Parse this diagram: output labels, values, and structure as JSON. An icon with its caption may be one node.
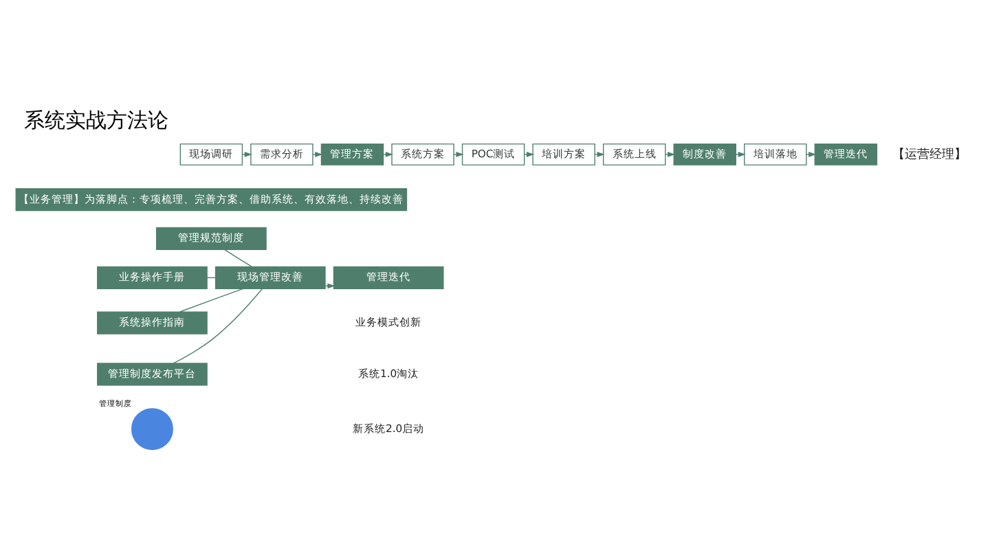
{
  "diagram": {
    "title": "系统实战方法论",
    "nodes": [
      {
        "text": [
          "现场调研"
        ]
      },
      {
        "text": [
          "需求分析"
        ]
      },
      {
        "text": [
          "管理方案"
        ]
      },
      {
        "text": [
          "系统方案"
        ]
      },
      {
        "text": [
          "POC测试"
        ]
      },
      {
        "text": [
          "培训方案"
        ]
      },
      {
        "text": [
          "系统上线"
        ]
      },
      {
        "text": [
          "制度改善"
        ]
      },
      {
        "text": [
          "培训落地"
        ]
      },
      {
        "text": [
          "管理迭代"
        ]
      },
      {
        "text": [
          "【业务管理】为落脚点：专项梳理、完善方案、借助系统、有效落地、持续改善"
        ]
      },
      {
        "text": [
          "管理规范制度"
        ]
      },
      {
        "text": [
          "业务操作手册"
        ]
      },
      {
        "text": [
          "系统操作指南"
        ]
      },
      {
        "text": [
          "管理制度发布平台"
        ]
      },
      {
        "text": [
          "现场管理改善"
        ]
      },
      {
        "text": [
          "管理迭代"
        ]
      },
      {
        "text": [],
        "shape": "circle",
        "beside": [
          "管理制度"
        ]
      }
    ],
    "edges": [
      {
        "from": 0,
        "to": 1,
        "arrow": "to"
      },
      {
        "from": 1,
        "to": 2,
        "arrow": "to"
      },
      {
        "from": 2,
        "to": 3,
        "arrow": "to"
      },
      {
        "from": 3,
        "to": 4,
        "arrow": "to"
      },
      {
        "from": 4,
        "to": 5,
        "arrow": "to"
      },
      {
        "from": 5,
        "to": 6,
        "arrow": "to"
      },
      {
        "from": 6,
        "to": 7,
        "arrow": "to"
      },
      {
        "from": 7,
        "to": 8,
        "arrow": "to"
      },
      {
        "from": 8,
        "to": 9,
        "arrow": "to"
      },
      {
        "from": 11,
        "to": 15,
        "arrow": "none"
      },
      {
        "from": 12,
        "to": 15,
        "arrow": "none"
      },
      {
        "from": 13,
        "to": 15,
        "arrow": "none"
      },
      {
        "from": 14,
        "to": 15,
        "arrow": "none"
      },
      {
        "from": 15,
        "to": 16,
        "arrow": "to"
      }
    ],
    "labels": [
      "【运营经理】",
      "业务模式创新",
      "系统1.0淘汰",
      "新系统2.0启动"
    ]
  }
}
